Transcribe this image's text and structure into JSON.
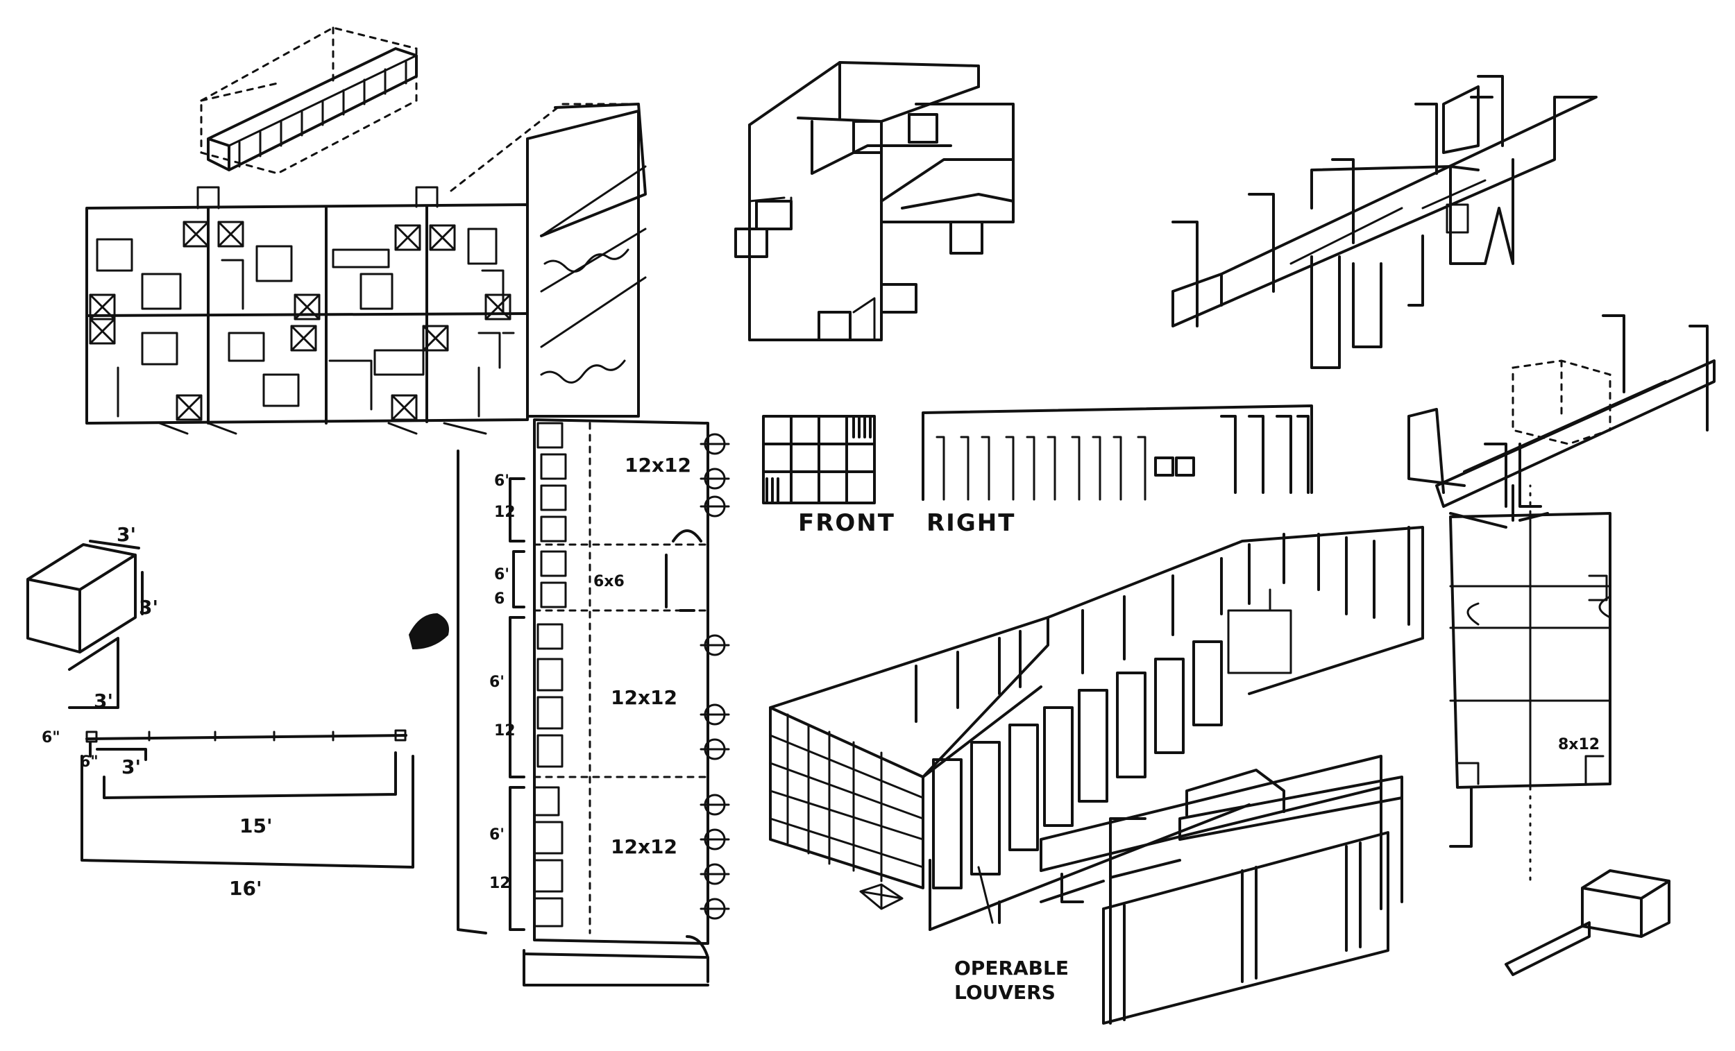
{
  "views": {
    "front": "FRONT",
    "right": "RIGHT"
  },
  "module": {
    "width": "3'",
    "height": "3'",
    "depth": "3'"
  },
  "strip_dims": {
    "offset": "6\"",
    "module": "3'",
    "inner": "15'",
    "overall": "16'"
  },
  "plan": {
    "rooms": [
      "12x12",
      "6x6",
      "12x12",
      "12x12"
    ],
    "left_dims": [
      "6'",
      "12",
      "6'",
      "6",
      "6'",
      "12",
      "6'",
      "12"
    ],
    "right_room": "8x12"
  },
  "callout": {
    "line1": "OPERABLE",
    "line2": "LOUVERS"
  }
}
